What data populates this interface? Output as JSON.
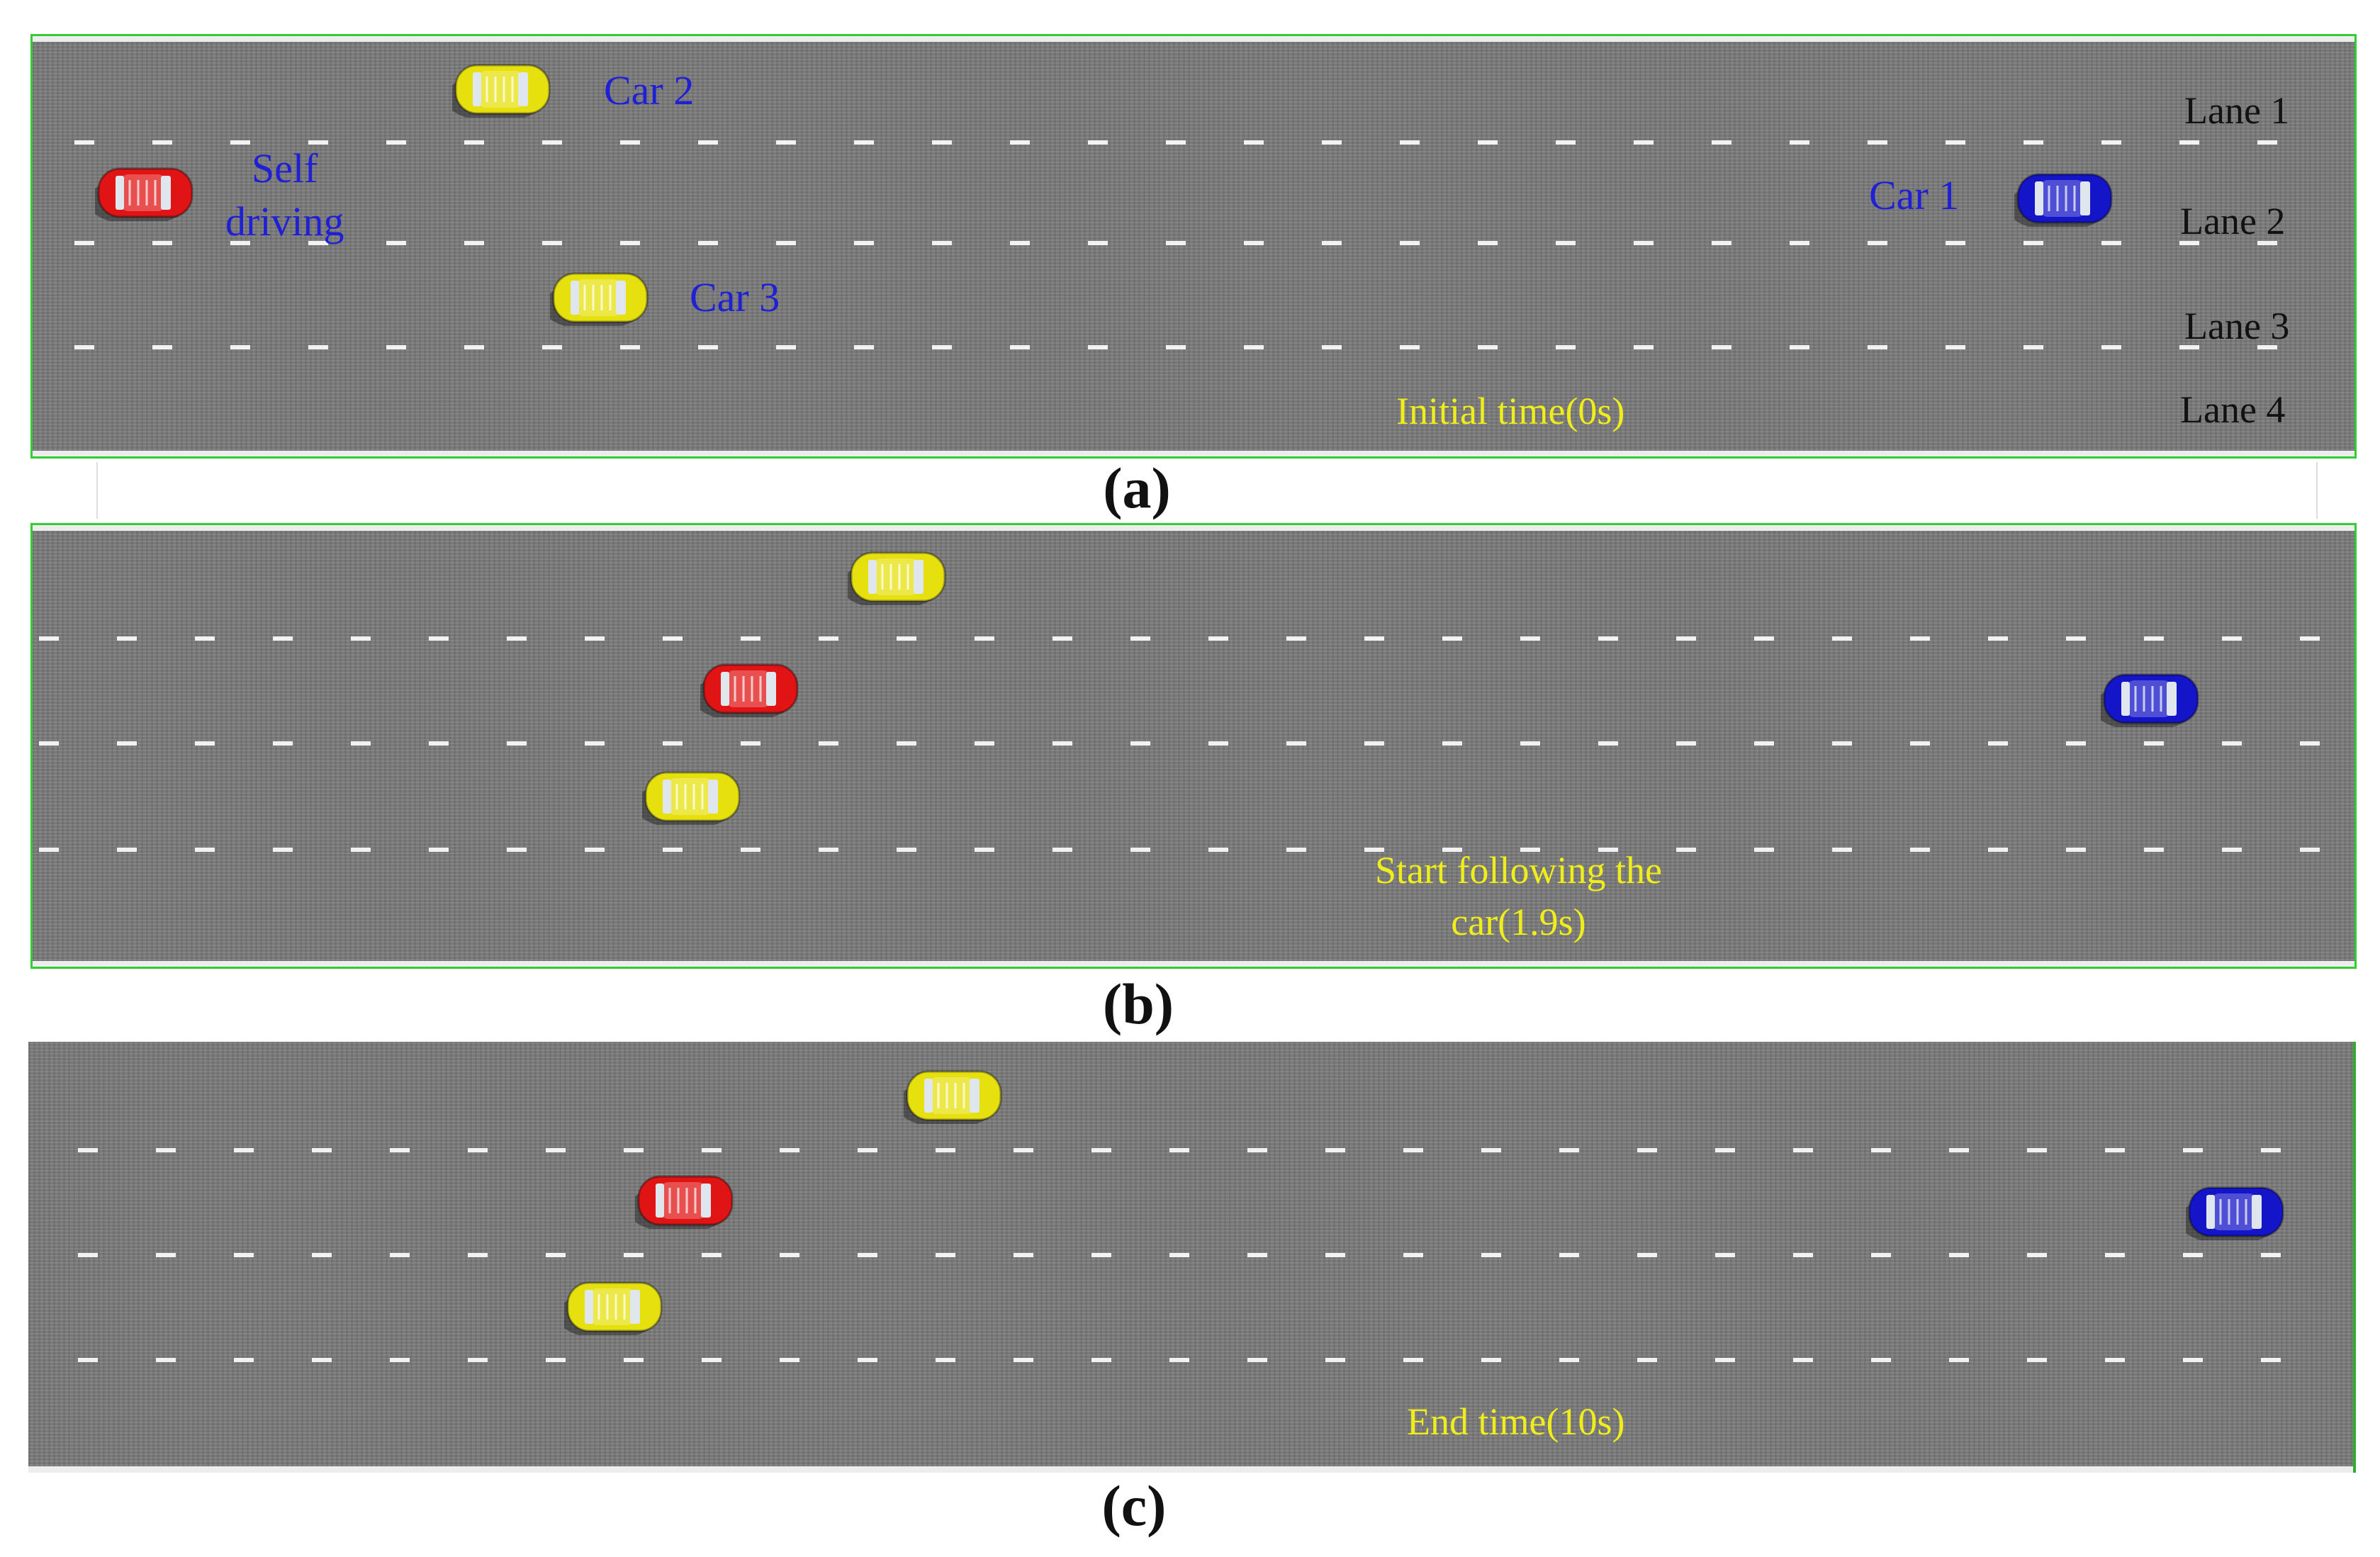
{
  "panels": {
    "a": {
      "caption": "(a)",
      "time_label": "Initial time(0s)",
      "car_labels": {
        "self": "Self\ndriving",
        "car1": "Car 1",
        "car2": "Car 2",
        "car3": "Car 3"
      },
      "lane_labels": [
        "Lane 1",
        "Lane 2",
        "Lane 3",
        "Lane 4"
      ]
    },
    "b": {
      "caption": "(b)",
      "time_label": "Start following the\ncar(1.9s)"
    },
    "c": {
      "caption": "(c)",
      "time_label": "End time(10s)"
    }
  },
  "colors": {
    "self_driving": "#e01414",
    "car1": "#1414c8",
    "car2": "#e6e00e",
    "car3": "#e6e00e",
    "label_blue": "#1f1fd6",
    "label_yellow": "#f0ee1a",
    "road": "#7a7a7a"
  }
}
